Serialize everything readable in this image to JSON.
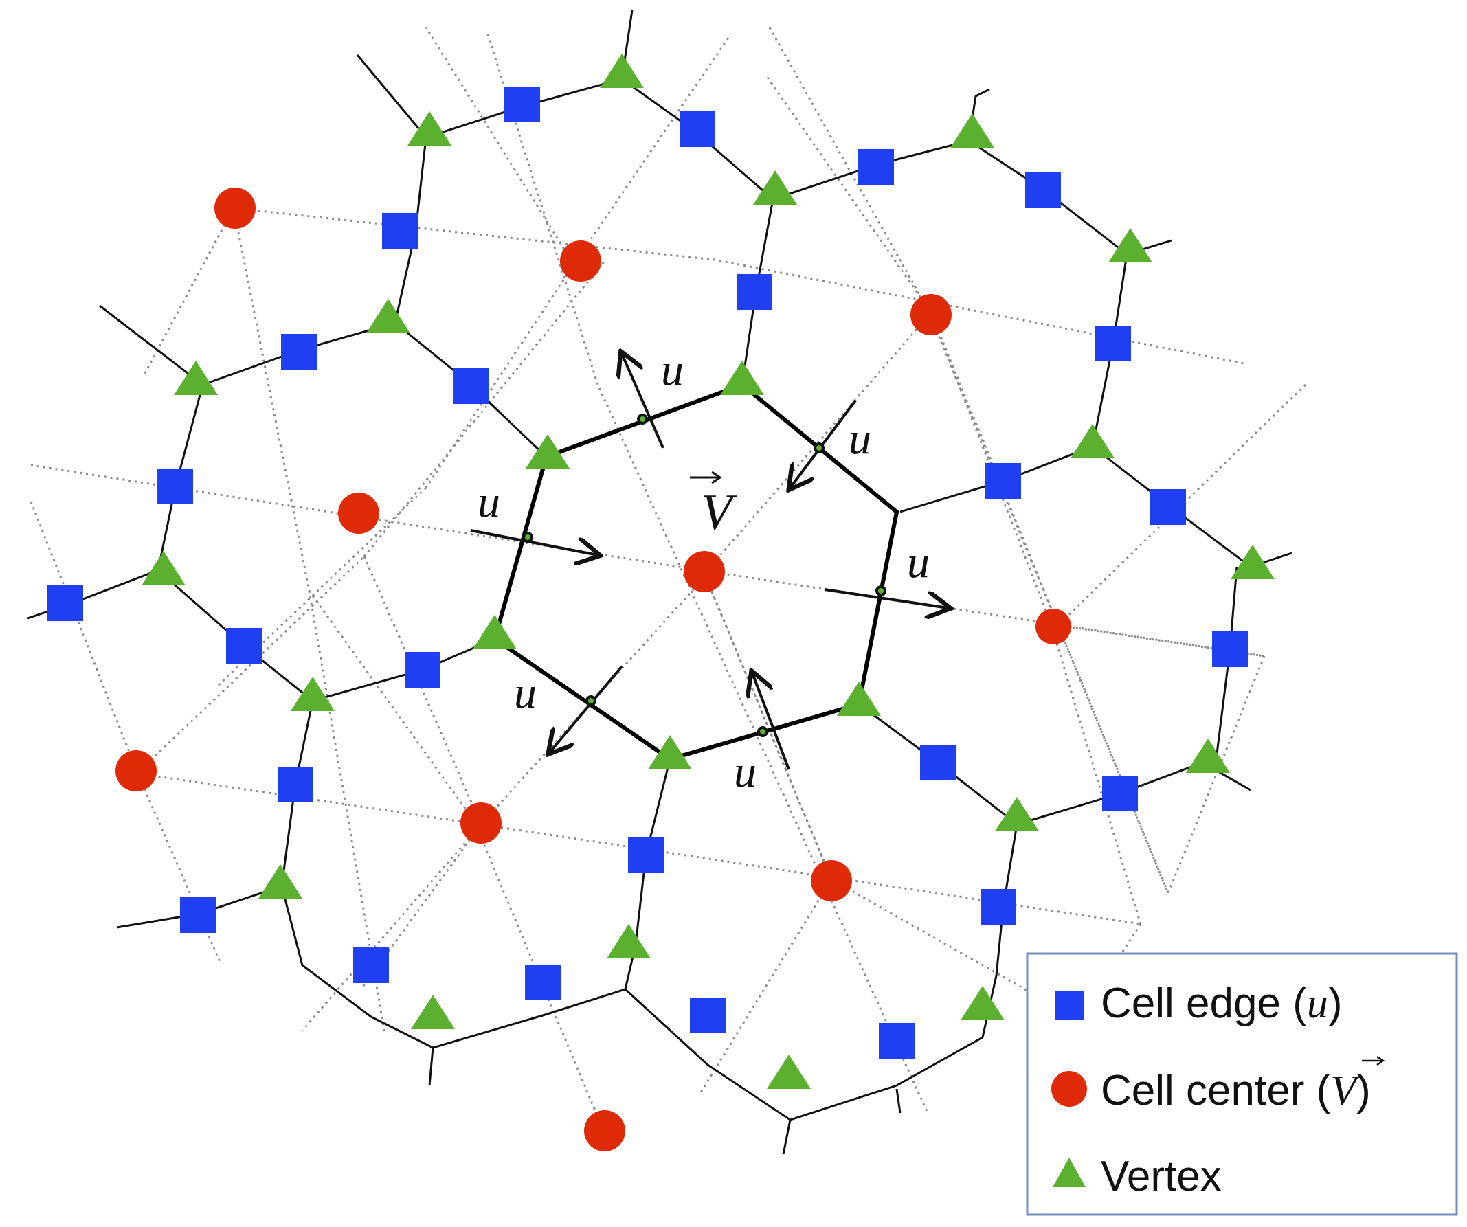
{
  "diagram": {
    "edge_label": "u",
    "center_label": "V",
    "colors": {
      "edge": "#1f3ff0",
      "center": "#de2a06",
      "vertex": "#5bb030",
      "grid_solid": "#111111",
      "grid_dotted": "#8a8a8a",
      "legend_border": "#6f8fbf"
    }
  },
  "legend": {
    "edge": {
      "text": "Cell edge ",
      "paren_open": "(",
      "math": "u",
      "paren_close": ")"
    },
    "center": {
      "text": "Cell center ",
      "paren_open": "(",
      "math": "V",
      "paren_close": ")"
    },
    "vertex": {
      "text": "Vertex"
    }
  }
}
